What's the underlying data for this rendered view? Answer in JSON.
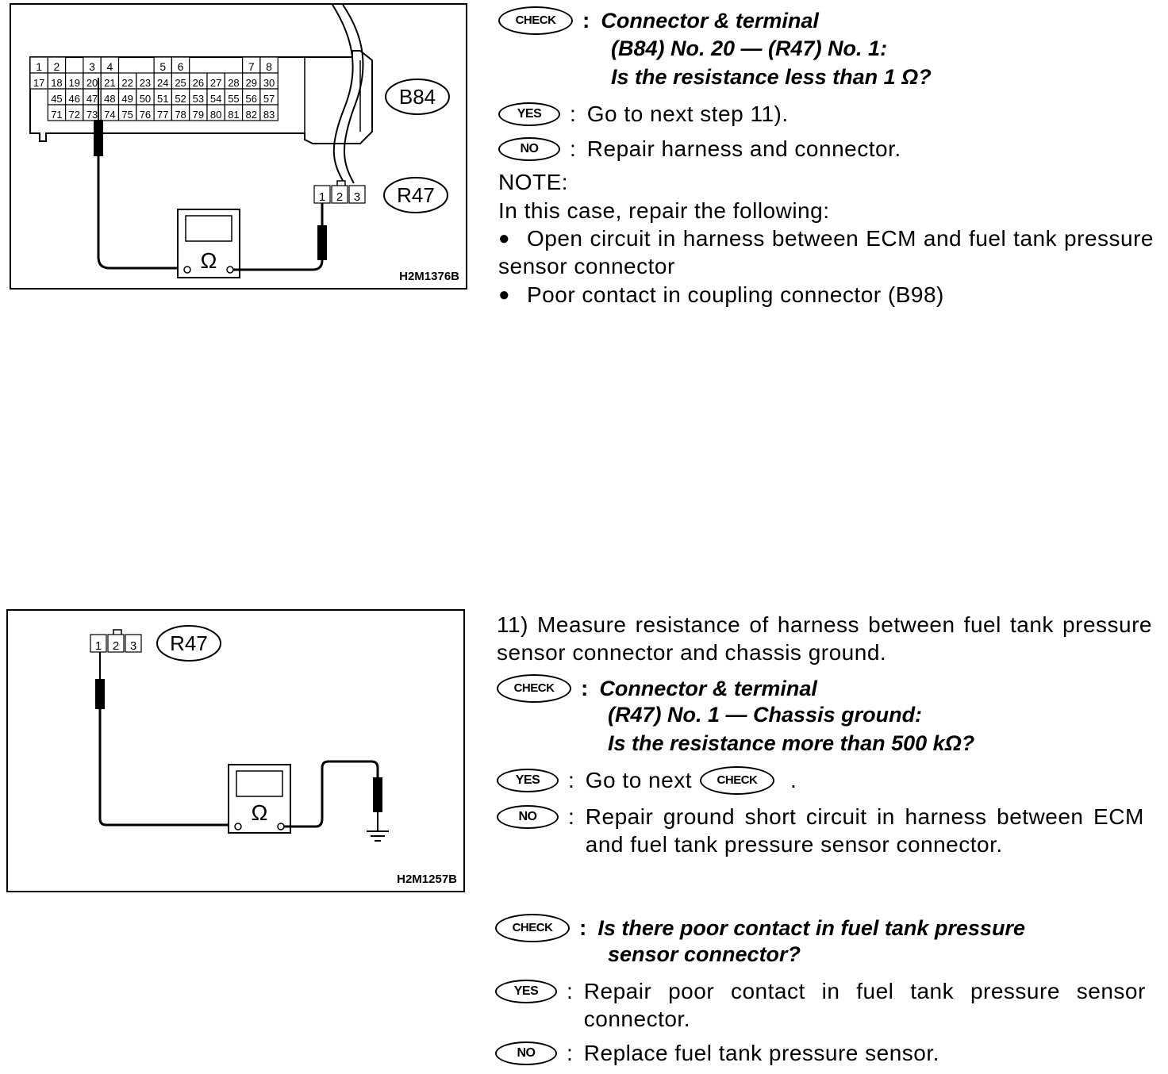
{
  "figure1": {
    "code": "H2M1376B",
    "b84_label": "B84",
    "r47_label": "R47",
    "ohm": "Ω",
    "top_pins": [
      "1",
      "2",
      "3",
      "4",
      "5",
      "6",
      "7",
      "8"
    ],
    "row1": [
      "17",
      "18",
      "19",
      "20",
      "21",
      "22",
      "23",
      "24",
      "25",
      "26",
      "27",
      "28",
      "29",
      "30"
    ],
    "row2": [
      "45",
      "46",
      "47",
      "48",
      "49",
      "50",
      "51",
      "52",
      "53",
      "54",
      "55",
      "56",
      "57"
    ],
    "row3": [
      "71",
      "72",
      "73",
      "74",
      "75",
      "76",
      "77",
      "78",
      "79",
      "80",
      "81",
      "82",
      "83"
    ],
    "r47_pins": [
      "1",
      "2",
      "3"
    ]
  },
  "figure2": {
    "code": "H2M1257B",
    "r47_label": "R47",
    "ohm": "Ω",
    "r47_pins": [
      "1",
      "2",
      "3"
    ]
  },
  "badges": {
    "check": "CHECK",
    "yes": "YES",
    "no": "NO"
  },
  "section1": {
    "check_lines": [
      "Connector & terminal",
      "(B84) No. 20 — (R47) No. 1:",
      "Is the resistance less than 1 Ω?"
    ],
    "yes_text": "Go to next step 11).",
    "no_text": "Repair harness and connector.",
    "note_title": "NOTE:",
    "note_intro": "In this case, repair the following:",
    "note_items": [
      "Open circuit in harness between ECM and fuel tank pressure sensor connector",
      "Poor contact in coupling connector (B98)"
    ]
  },
  "section2": {
    "step_text": "11) Measure resistance of harness between fuel tank pressure sensor connector and chassis ground.",
    "check_lines": [
      "Connector & terminal",
      "(R47) No. 1 — Chassis ground:",
      "Is the resistance more than 500 kΩ?"
    ],
    "yes_text": "Go to next",
    "yes_suffix": ".",
    "no_text": "Repair ground short circuit in harness between ECM and fuel tank pressure sensor connector."
  },
  "section3": {
    "check_lines": [
      "Is there poor contact in fuel tank pressure",
      "sensor connector?"
    ],
    "yes_text": "Repair poor contact in fuel tank pressure sensor connector.",
    "no_text": "Replace fuel tank pressure sensor."
  }
}
